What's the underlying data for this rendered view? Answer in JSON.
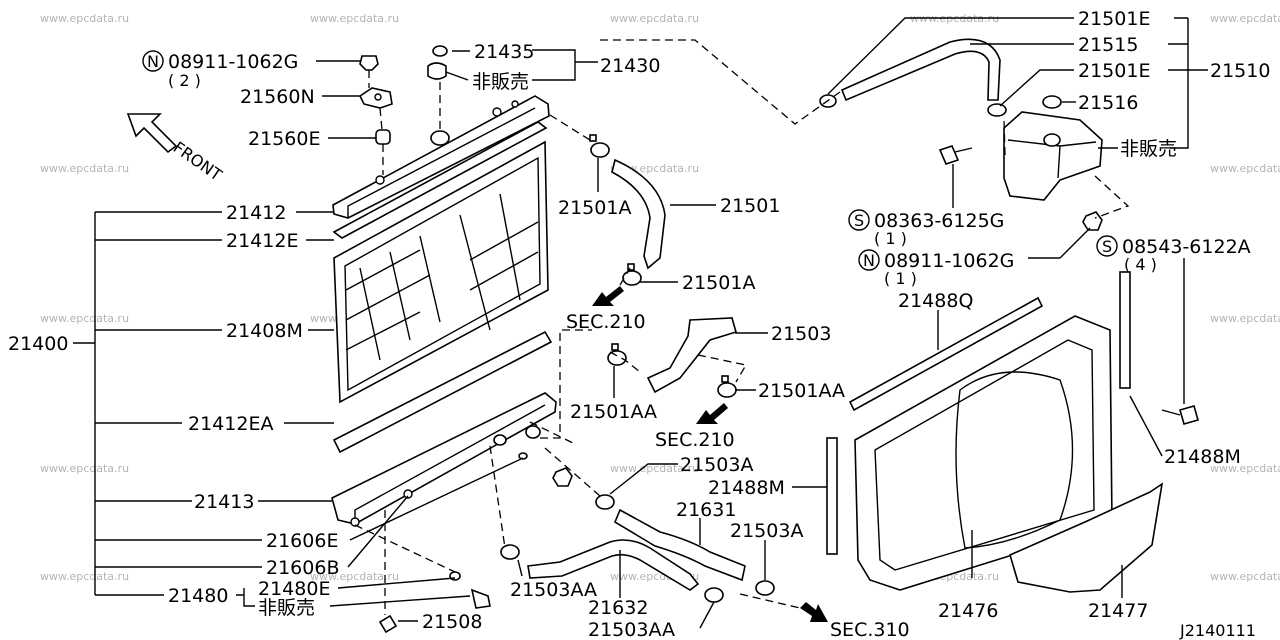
{
  "watermark": "www.epcdata.ru",
  "drawing_id": "J2140111",
  "direction_label": "FRONT",
  "callouts": [
    {
      "id": "c-08911-top",
      "prefix": "N",
      "text": "08911-1062G",
      "qty": "( 2 )"
    },
    {
      "id": "c-08363",
      "prefix": "S",
      "text": "08363-6125G",
      "qty": "( 1 )"
    },
    {
      "id": "c-08911-mid",
      "prefix": "N",
      "text": "08911-1062G",
      "qty": "( 1 )"
    },
    {
      "id": "c-08543",
      "prefix": "S",
      "text": "08543-6122A",
      "qty": "( 4 )"
    }
  ],
  "labels": {
    "p21435": "21435",
    "p21430": "21430",
    "np1": "非販売",
    "p21560n": "21560N",
    "p21560e": "21560E",
    "p21412": "21412",
    "p21412e": "21412E",
    "p21408m": "21408M",
    "p21400": "21400",
    "p21412ea": "21412EA",
    "p21413": "21413",
    "p21606e": "21606E",
    "p21606b": "21606B",
    "p21480e": "21480E",
    "p21480": "21480",
    "np2": "非販売",
    "p21508": "21508",
    "p21501a_1": "21501A",
    "p21501": "21501",
    "p21501a_2": "21501A",
    "sec210_1": "SEC.210",
    "p21503": "21503",
    "p21501aa_1": "21501AA",
    "p21501aa_2": "21501AA",
    "sec210_2": "SEC.210",
    "p21503a_1": "21503A",
    "p21631": "21631",
    "p21503a_2": "21503A",
    "p21488m_1": "21488M",
    "p21503aa_1": "21503AA",
    "p21632": "21632",
    "p21503aa_2": "21503AA",
    "sec310": "SEC.310",
    "p21501e_1": "21501E",
    "p21515": "21515",
    "p21501e_2": "21501E",
    "p21510": "21510",
    "p21516": "21516",
    "np3": "非販売",
    "p21488q": "21488Q",
    "p21488m_2": "21488M",
    "p21476": "21476",
    "p21477": "21477"
  }
}
